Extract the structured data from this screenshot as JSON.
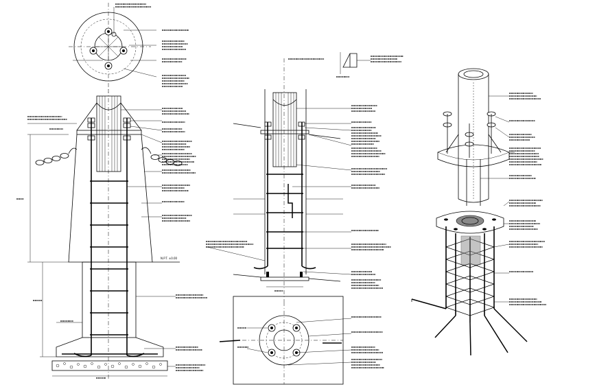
{
  "drawing": {
    "title": "",
    "background": "#ffffff",
    "line_color": "#000000"
  },
  "views": [
    {
      "name": "base-plate-plan-top-left",
      "type": "plan"
    },
    {
      "name": "pole-foundation-section",
      "type": "section"
    },
    {
      "name": "anchor-bolt-section",
      "type": "section"
    },
    {
      "name": "base-plate-plan-bottom",
      "type": "plan"
    },
    {
      "name": "isometric-assembly",
      "type": "isometric"
    }
  ],
  "legible_labels": {
    "elevation_mark": "N.P.T. ±0.00"
  },
  "note": ""
}
